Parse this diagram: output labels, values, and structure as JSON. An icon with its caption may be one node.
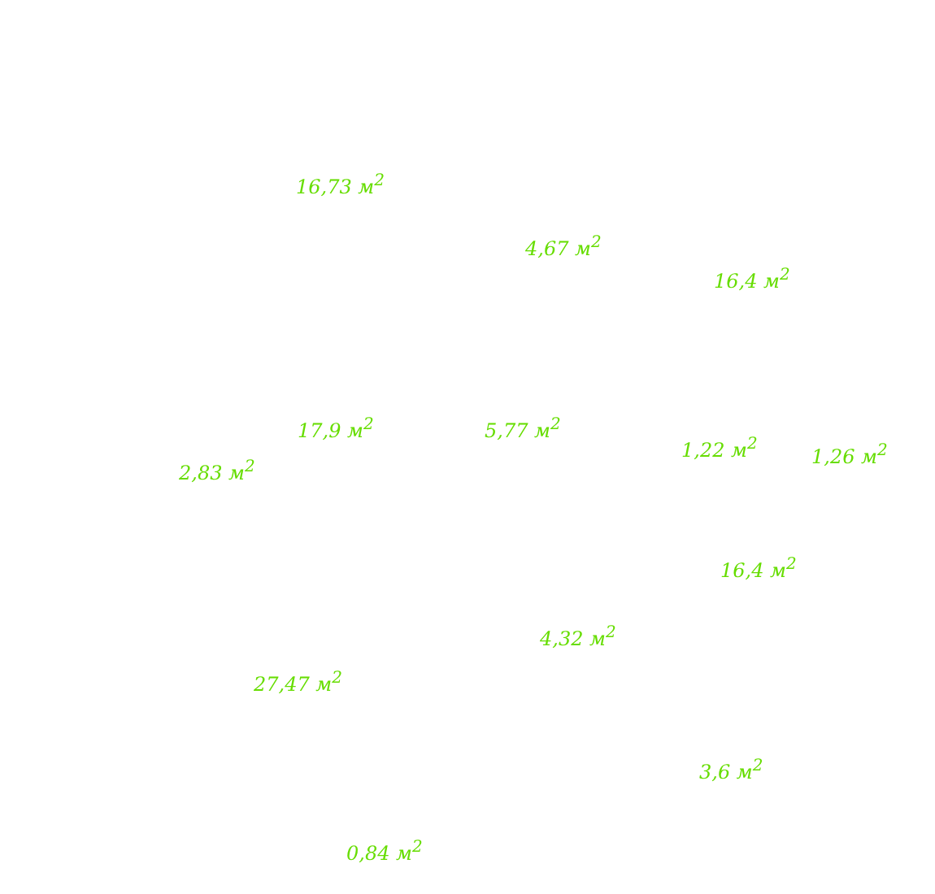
{
  "diagram": {
    "labels": [
      "16,73 м$^{2}$",
      "4,67 м$^{2}$",
      "16,4 м$^{2}$",
      "17,9 м$^{2}$",
      "5,77 м$^{2}$",
      "1,22 м$^{2}$",
      "1,26 м$^{2}$",
      "2,83 м$^{2}$",
      "16,4 м$^{2}$",
      "4,32 м$^{2}$",
      "27,47 м$^{2}$",
      "3,6 м$^{2}$",
      "0,84 м$^{2}$"
    ]
  }
}
